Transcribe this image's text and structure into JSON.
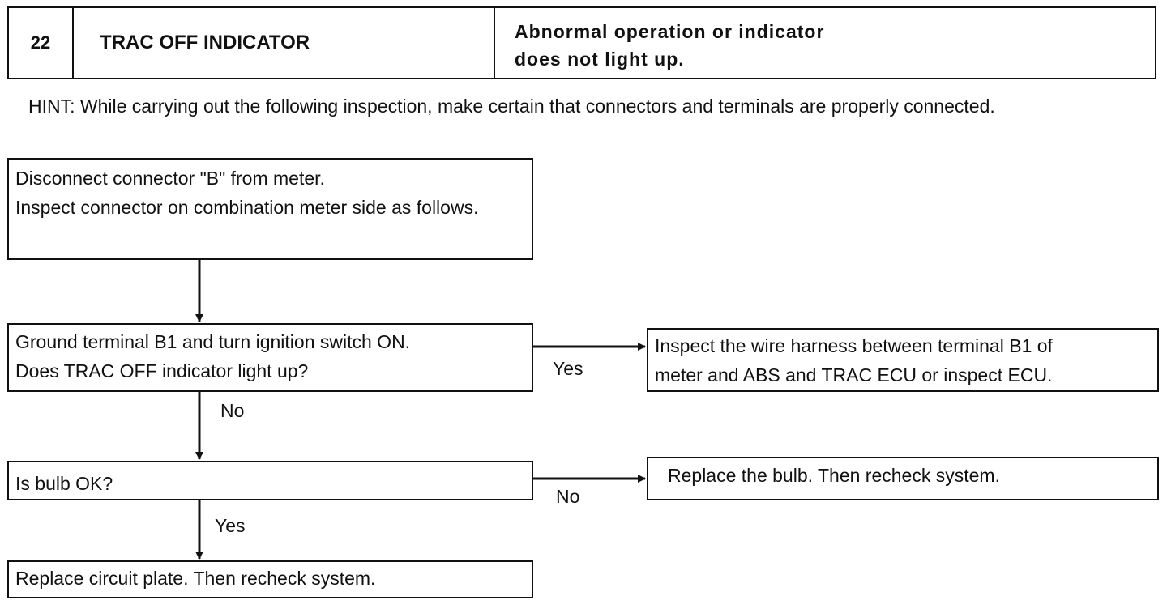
{
  "header": {
    "number": "22",
    "title": "TRAC OFF INDICATOR",
    "condition_line1": "Abnormal operation or indicator",
    "condition_line2": "does not light up."
  },
  "hint": "HINT: While carrying out the following inspection, make certain that connectors and terminals are properly connected.",
  "steps": {
    "step1_line1": "Disconnect connector \"B\" from meter.",
    "step1_line2": "Inspect connector on combination meter side as follows.",
    "step2_line1": "Ground terminal B1 and turn ignition switch ON.",
    "step2_line2": "Does TRAC OFF indicator light up?",
    "step3": "Is bulb OK?",
    "step4": "Replace circuit plate. Then recheck system."
  },
  "results": {
    "result1_line1": "Inspect the wire harness between terminal B1 of",
    "result1_line2": "meter and ABS and TRAC ECU or inspect ECU.",
    "result2": "Replace the bulb. Then recheck system."
  },
  "labels": {
    "yes_1": "Yes",
    "no_1": "No",
    "no_2": "No",
    "yes_2": "Yes"
  }
}
